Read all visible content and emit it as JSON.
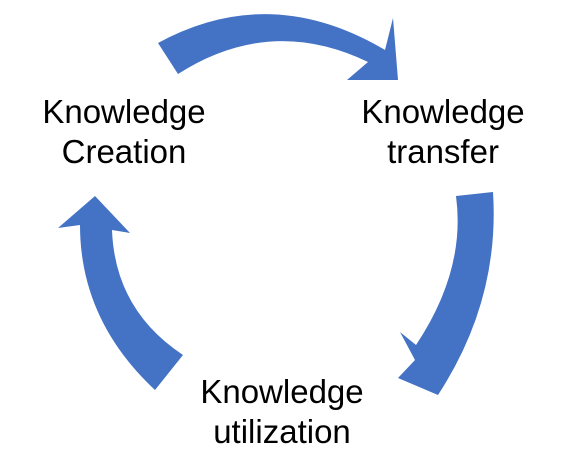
{
  "diagram": {
    "nodes": [
      {
        "id": "creation",
        "lines": [
          "Knowledge",
          "Creation"
        ]
      },
      {
        "id": "transfer",
        "lines": [
          "Knowledge",
          "transfer"
        ]
      },
      {
        "id": "utilization",
        "lines": [
          "Knowledge",
          "utilization"
        ]
      }
    ],
    "edges": [
      {
        "from": "creation",
        "to": "transfer"
      },
      {
        "from": "transfer",
        "to": "utilization"
      },
      {
        "from": "utilization",
        "to": "creation"
      }
    ],
    "colors": {
      "arrow": "#4472C4",
      "text": "#000000"
    }
  }
}
